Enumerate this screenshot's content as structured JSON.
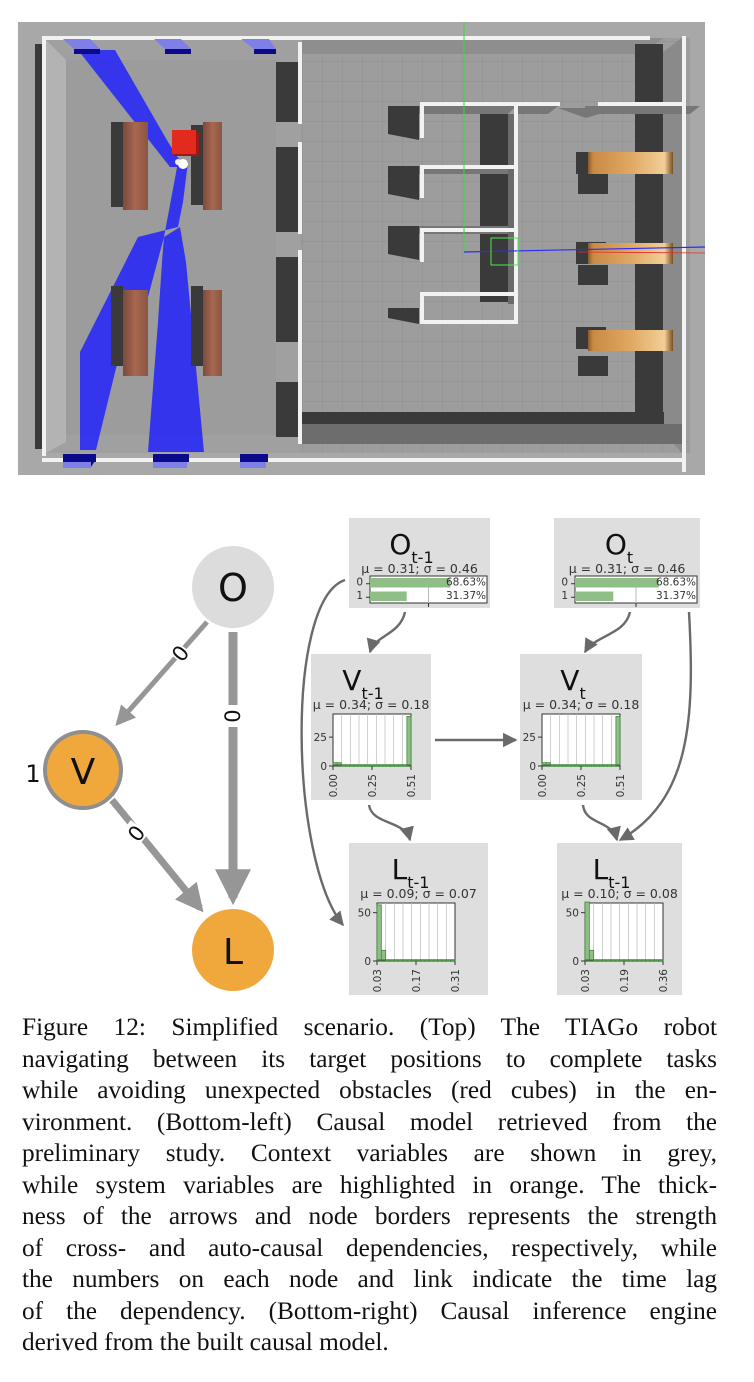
{
  "figure": {
    "number": "Figure 12",
    "caption_lines": [
      "Figure 12: Simplified scenario. (Top) The TIAGo robot",
      "navigating between its target positions to complete tasks",
      "while avoiding unexpected obstacles (red cubes) in the en-",
      "vironment. (Bottom-left) Causal model retrieved from the",
      "preliminary study. Context variables are shown in grey,",
      "while system variables are highlighted in orange. The thick-",
      "ness of the arrows and node borders represents the strength",
      "of cross- and auto-causal dependencies, respectively, while",
      "the numbers on each node and link indicate the time lag",
      "of the dependency. (Bottom-right) Causal inference engine",
      "derived from the built causal model."
    ]
  },
  "simulation": {
    "description": "Top-down Gazebo view of TIAGo robot with laser scan",
    "colors": {
      "floor": "#9b9b9b",
      "outer": "#a9a9a9",
      "wall": "#f0f0f0",
      "shadow": "#3a3a3a",
      "laser": "#1a1aff",
      "obstacle": "#e32a1e",
      "station": "#0a0a8a",
      "station_top": "#7f7fe8",
      "brick": "#9a5a4a",
      "wood": "#d9a05a"
    }
  },
  "causal_model": {
    "colors": {
      "context": "#dcdcdc",
      "system": "#f0a83c",
      "edge": "#969696"
    },
    "nodes": [
      {
        "id": "O",
        "label": "O",
        "type": "context",
        "self_lag": null
      },
      {
        "id": "V",
        "label": "V",
        "type": "system",
        "self_lag": "1"
      },
      {
        "id": "L",
        "label": "L",
        "type": "system",
        "self_lag": null
      }
    ],
    "edges": [
      {
        "from": "O",
        "to": "V",
        "lag": "0"
      },
      {
        "from": "O",
        "to": "L",
        "lag": "0"
      },
      {
        "from": "V",
        "to": "L",
        "lag": "0"
      }
    ]
  },
  "inference_engine": {
    "panels": [
      {
        "id": "O_t-1",
        "var": "O",
        "sub": "t-1",
        "stats": "μ = 0.31; σ = 0.46",
        "kind": "categorical",
        "categories": [
          "0",
          "1"
        ],
        "percentages": [
          68.63,
          31.37
        ],
        "labels": [
          "68.63%",
          "31.37%"
        ]
      },
      {
        "id": "O_t",
        "var": "O",
        "sub": "t",
        "stats": "μ = 0.31; σ = 0.46",
        "kind": "categorical",
        "categories": [
          "0",
          "1"
        ],
        "percentages": [
          68.63,
          31.37
        ],
        "labels": [
          "68.63%",
          "31.37%"
        ]
      },
      {
        "id": "V_t-1",
        "var": "V",
        "sub": "t-1",
        "stats": "μ = 0.34; σ = 0.18",
        "kind": "histogram",
        "yticks": [
          "0",
          "25"
        ],
        "ymax": 45,
        "xticks": [
          "0.00",
          "0.25",
          "0.51"
        ],
        "bins": [
          2,
          2,
          0,
          0,
          0,
          0,
          0,
          0,
          0,
          0,
          0,
          0,
          0,
          0,
          0,
          0,
          0,
          0,
          42
        ]
      },
      {
        "id": "V_t",
        "var": "V",
        "sub": "t",
        "stats": "μ = 0.34; σ = 0.18",
        "kind": "histogram",
        "yticks": [
          "0",
          "25"
        ],
        "ymax": 45,
        "xticks": [
          "0.00",
          "0.25",
          "0.51"
        ],
        "bins": [
          2,
          2,
          0,
          0,
          0,
          0,
          0,
          0,
          0,
          0,
          0,
          0,
          0,
          0,
          0,
          0,
          0,
          0,
          42
        ]
      },
      {
        "id": "L_t-1_left",
        "var": "L",
        "sub": "t-1",
        "stats": "μ = 0.09; σ = 0.07",
        "kind": "histogram",
        "yticks": [
          "0",
          "50"
        ],
        "ymax": 60,
        "xticks": [
          "0.03",
          "0.17",
          "0.31"
        ],
        "bins": [
          57,
          10,
          0,
          0,
          0,
          0,
          0,
          0,
          0,
          0,
          0,
          0,
          0,
          0,
          0,
          0,
          0,
          0
        ]
      },
      {
        "id": "L_t-1_right",
        "var": "L",
        "sub": "t-1",
        "stats": "μ = 0.10; σ = 0.08",
        "kind": "histogram",
        "yticks": [
          "0",
          "50"
        ],
        "ymax": 60,
        "xticks": [
          "0.03",
          "0.19",
          "0.36"
        ],
        "bins": [
          60,
          10,
          0,
          0,
          0,
          0,
          0,
          0,
          0,
          0,
          0,
          0,
          0,
          0,
          0,
          0,
          0,
          0
        ]
      }
    ],
    "links": [
      {
        "from": "O_t-1",
        "to": "V_t-1"
      },
      {
        "from": "O_t-1",
        "to": "L_t-1_left"
      },
      {
        "from": "V_t-1",
        "to": "L_t-1_left"
      },
      {
        "from": "V_t-1",
        "to": "V_t"
      },
      {
        "from": "O_t",
        "to": "V_t"
      },
      {
        "from": "O_t",
        "to": "L_t-1_right"
      },
      {
        "from": "V_t",
        "to": "L_t-1_right"
      }
    ],
    "colors": {
      "panel_bg": "#dedede",
      "bar": "#8fbf87",
      "bar_edge": "#3f8a3a",
      "grid": "#bbbbbb",
      "arrow": "#6a6a6a"
    }
  }
}
